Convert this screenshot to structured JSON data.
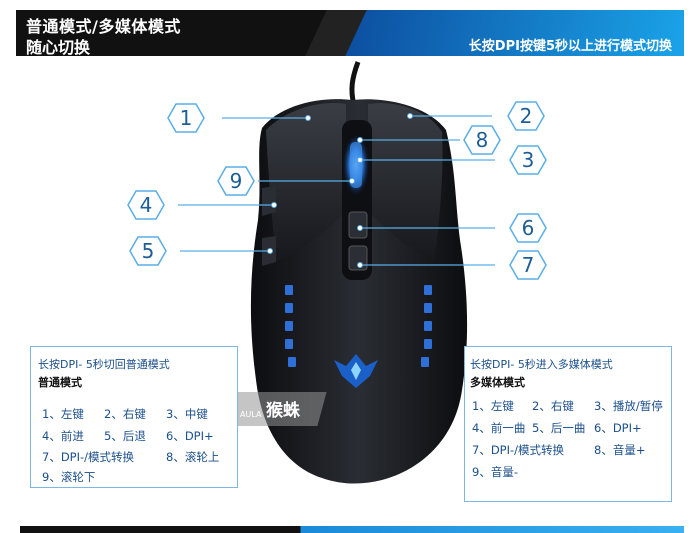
{
  "header": {
    "title_line1": "普通模式/多媒体模式",
    "title_line2": "随心切换",
    "note": "长按DPI按键5秒以上进行模式切换"
  },
  "callouts": [
    "1",
    "2",
    "3",
    "4",
    "5",
    "6",
    "7",
    "8",
    "9"
  ],
  "logo_text": "猴蛛",
  "logo_small": "AULA",
  "normal_panel": {
    "title": "长按DPI- 5秒切回普通模式",
    "mode": "普通模式",
    "items": [
      "1、左键",
      "2、右键",
      "3、中键",
      "4、前进",
      "5、后退",
      "6、DPI+",
      "7、DPI-/模式转换",
      "8、滚轮上",
      "9、滚轮下"
    ]
  },
  "media_panel": {
    "title": "长按DPI- 5秒进入多媒体模式",
    "mode": "多媒体模式",
    "items": [
      "1、左键",
      "2、右键",
      "3、播放/暂停",
      "4、前一曲",
      "5、后一曲",
      "6、DPI+",
      "7、DPI-/模式转换",
      "8、音量+",
      "9、音量-"
    ]
  },
  "colors": {
    "accent": "#1aa3e8",
    "line": "#5aaee6",
    "text_blue": "#1b4f8c",
    "mouse": "#1a1c20"
  }
}
